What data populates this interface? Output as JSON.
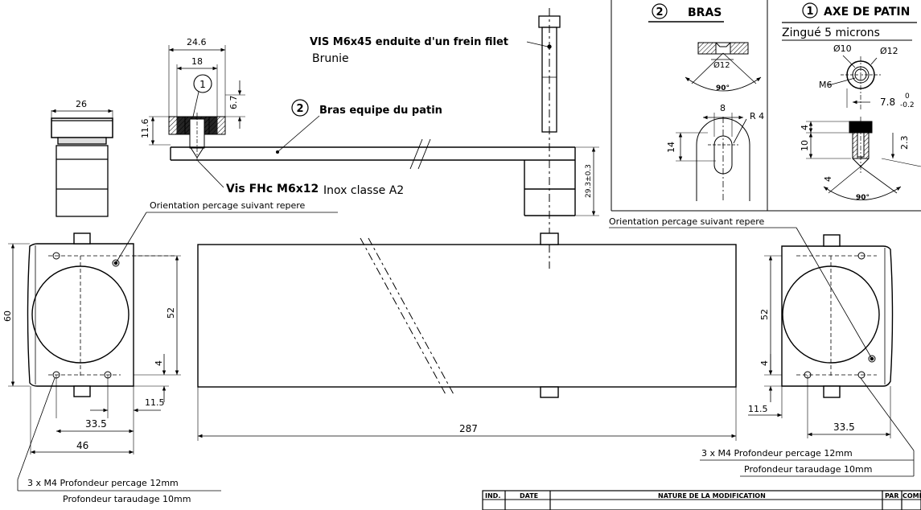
{
  "title_block": {
    "col_ind": "IND.",
    "col_date": "DATE",
    "col_nature": "NATURE DE LA MODIFICATION",
    "col_par": "PAR",
    "col_comp": "COMP"
  },
  "parts": {
    "bras": {
      "number": "2",
      "label": "BRAS",
      "dim_dia12": "Ø12",
      "angle": "90°",
      "dim_8": "8",
      "dim_r4": "R 4",
      "dim_14": "14"
    },
    "axe": {
      "number": "1",
      "label": "AXE DE PATIN",
      "finish": "Zingué 5 microns",
      "dim_dia10": "Ø10",
      "dim_dia12": "Ø12",
      "thread": "M6",
      "dim_7_8": "7.8",
      "tol_upper": "0",
      "tol_lower": "-0.2",
      "dim_4a": "4",
      "dim_10": "10",
      "dim_4b": "4",
      "dim_2_3": "2.3",
      "angle": "90°"
    }
  },
  "assembly": {
    "dim_24_6": "24.6",
    "dim_18": "18",
    "dim_6_7": "6.7",
    "dim_11_6": "11.6",
    "dim_26": "26",
    "dim_29_3": "29.3±0.3",
    "callout_1": "1",
    "callout_2": "2",
    "arm_label": "Bras equipe du patin",
    "vis_m6x45": "VIS M6x45 enduite d'un frein filet",
    "vis_m6x45_finish": "Brunie",
    "vis_fhc": "Vis FHc M6x12",
    "vis_fhc_material": "Inox classe A2"
  },
  "left_view": {
    "orientation_note": "Orientation percage suivant repere",
    "dim_60": "60",
    "dim_52": "52",
    "dim_4": "4",
    "dim_11_5": "11.5",
    "dim_33_5": "33.5",
    "dim_46": "46",
    "note_drill": "3 x M4 Profondeur percage 12mm",
    "note_tap": "Profondeur taraudage 10mm"
  },
  "center_view": {
    "dim_287": "287"
  },
  "right_view": {
    "orientation_note": "Orientation percage suivant repere",
    "dim_52": "52",
    "dim_4": "4",
    "dim_11_5": "11.5",
    "dim_33_5": "33.5",
    "note_drill": "3 x M4 Profondeur percage 12mm",
    "note_tap": "Profondeur taraudage 10mm"
  }
}
